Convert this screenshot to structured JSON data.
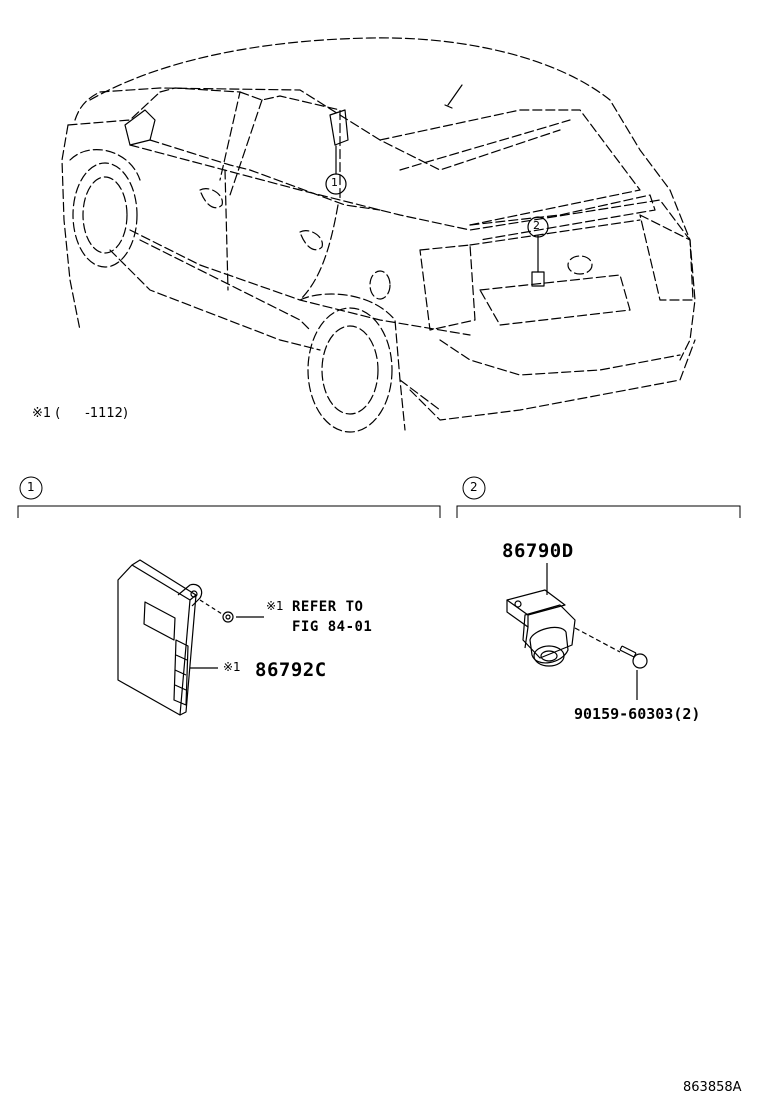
{
  "car_view": {
    "callout_1": "1",
    "callout_2": "2",
    "footnote": "※1 (      -1112)"
  },
  "section_1": {
    "index": "1",
    "ref_marker": "※1",
    "ref_line1": "REFER TO",
    "ref_line2": "FIG 84-01",
    "part_marker": "※1",
    "part_number": "86792C"
  },
  "section_2": {
    "index": "2",
    "part_number": "86790D",
    "bolt_number": "90159-60303(2)"
  },
  "figure_id": "863858A"
}
